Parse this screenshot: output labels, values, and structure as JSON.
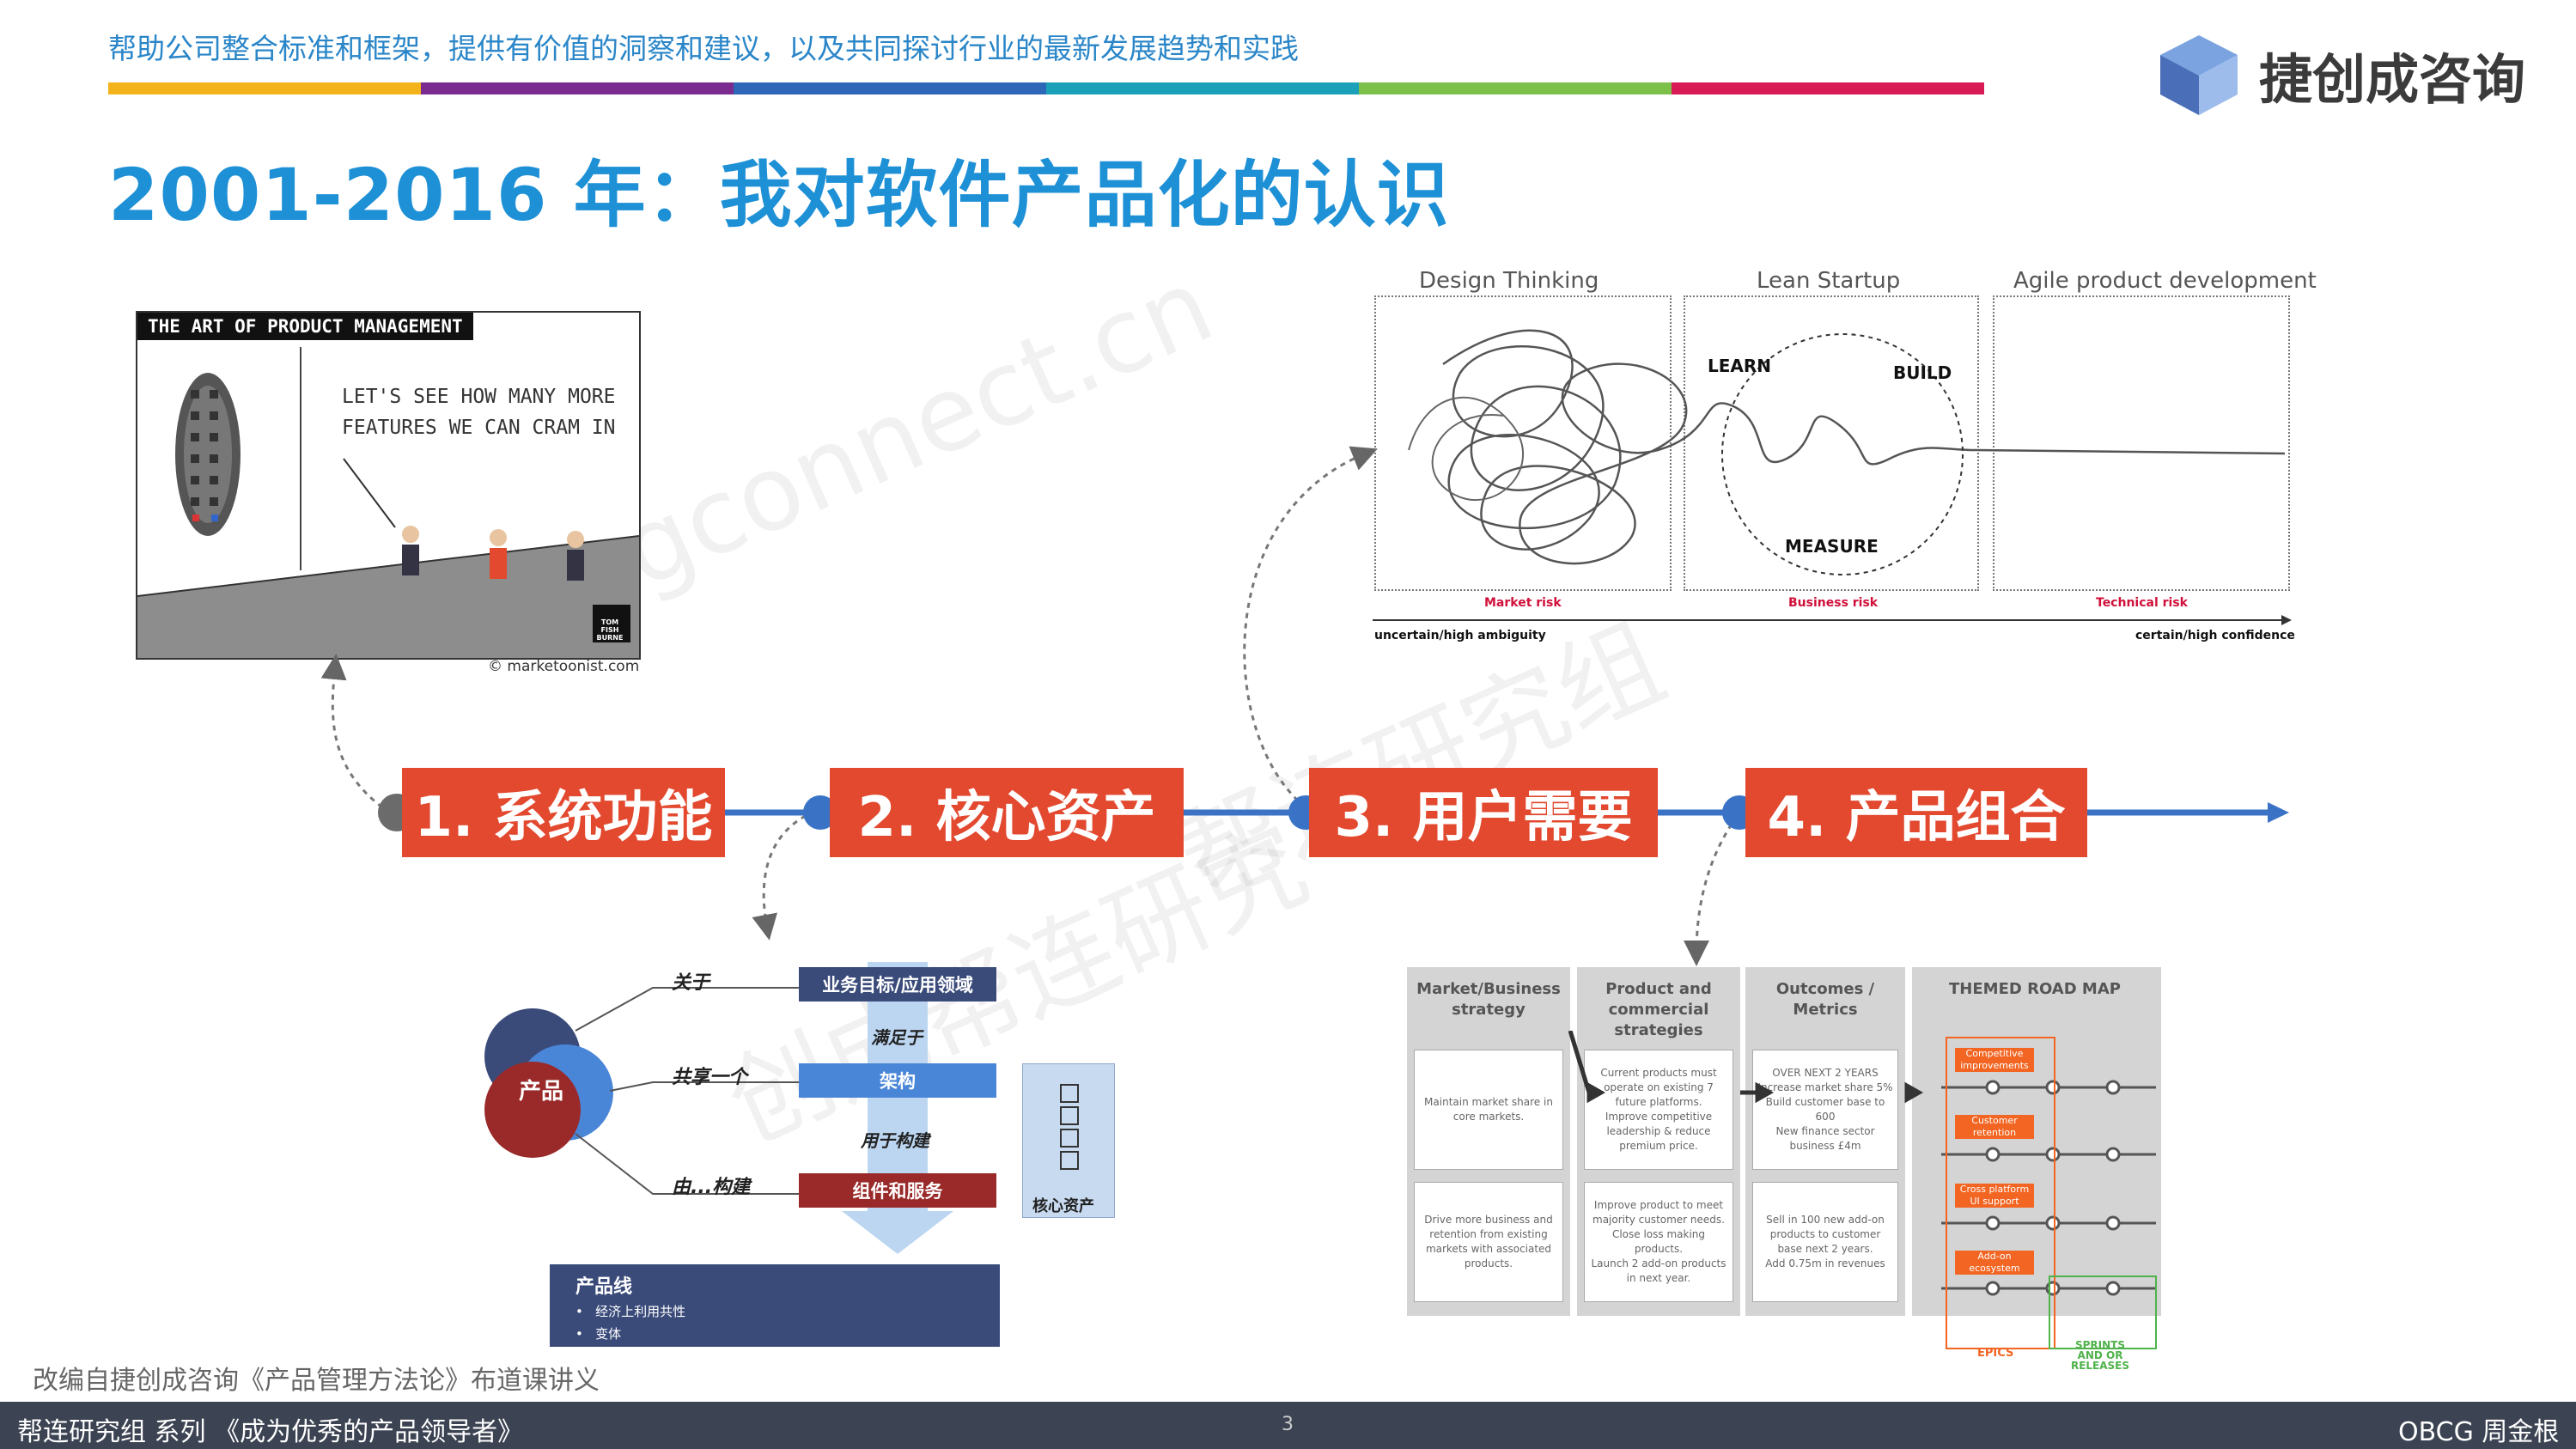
{
  "header": {
    "tagline": "帮助公司整合标准和框架，提供有价值的洞察和建议，以及共同探讨行业的最新发展趋势和实践",
    "colorbar": [
      "#f2b31b",
      "#7b2b8f",
      "#2e66b8",
      "#1aa0b8",
      "#7cc04a",
      "#d81b55"
    ],
    "logo_text": "捷创成咨询"
  },
  "title": "2001-2016 年：我对软件产品化的认识",
  "cartoon": {
    "title": "THE ART OF PRODUCT MANAGEMENT",
    "bubble": "LET'S SEE HOW MANY MORE\nFEATURES WE CAN CRAM IN",
    "stamp": "TOM FISH BURNE",
    "credit": "© marketoonist.com"
  },
  "timeline": {
    "stages": [
      "1. 系统功能",
      "2. 核心资产",
      "3. 用户需要",
      "4. 产品组合"
    ],
    "colors": {
      "arrow": "#3a73c6",
      "box": "#e2492f",
      "dot": "#6b6b6b"
    }
  },
  "lean": {
    "titles": [
      "Design Thinking",
      "Lean Startup",
      "Agile product development"
    ],
    "loop_words": {
      "learn": "LEARN",
      "build": "BUILD",
      "measure": "MEASURE"
    },
    "risks": [
      "Market risk",
      "Business risk",
      "Technical risk"
    ],
    "axis_left": "uncertain/high ambiguity",
    "axis_right": "certain/high confidence"
  },
  "product_line": {
    "circle_label": "产品",
    "labels": [
      "关于",
      "共享一个",
      "由...构建"
    ],
    "bars": [
      "业务目标/应用领域",
      "架构",
      "组件和服务"
    ],
    "connectors": [
      "满足于",
      "用于构建"
    ],
    "core_assets": "核心资产",
    "box_title": "产品线",
    "box_items": [
      "经济上利用共性",
      "变体"
    ]
  },
  "roadmap": {
    "columns": [
      {
        "head": "Market/Business strategy",
        "cells": [
          "Maintain market share in core markets.",
          "Drive more business and retention from existing markets with associated products."
        ]
      },
      {
        "head": "Product and commercial strategies",
        "cells": [
          "Current products must operate on existing 7 future platforms.\nImprove competitive leadership & reduce premium price.",
          "Improve product to meet majority customer needs.\nClose loss making products.\nLaunch 2 add-on products in next year."
        ]
      },
      {
        "head": "Outcomes / Metrics",
        "cells": [
          "OVER NEXT 2 YEARS\nIncrease market share 5%\nBuild customer base to 600\nNew finance sector business £4m",
          "Sell in 100 new add-on products to customer base next 2 years.\nAdd 0.75m in revenues"
        ]
      }
    ],
    "themed_head": "THEMED ROAD MAP",
    "tags": [
      "Competitive improvements",
      "Customer retention",
      "Cross platform UI support",
      "Add-on ecosystem"
    ],
    "epics": "EPICS",
    "sprints": "SPRINTS AND OR RELEASES"
  },
  "footer": {
    "note": "改编自捷创成咨询《产品管理方法论》布道课讲义",
    "series": "帮连研究组 系列 《成为优秀的产品领导者》",
    "page": "3",
    "author": "OBCG 周金根"
  },
  "watermarks": [
    "gconnect.cn",
    "帮连研究组",
    "创成帮连研究"
  ]
}
